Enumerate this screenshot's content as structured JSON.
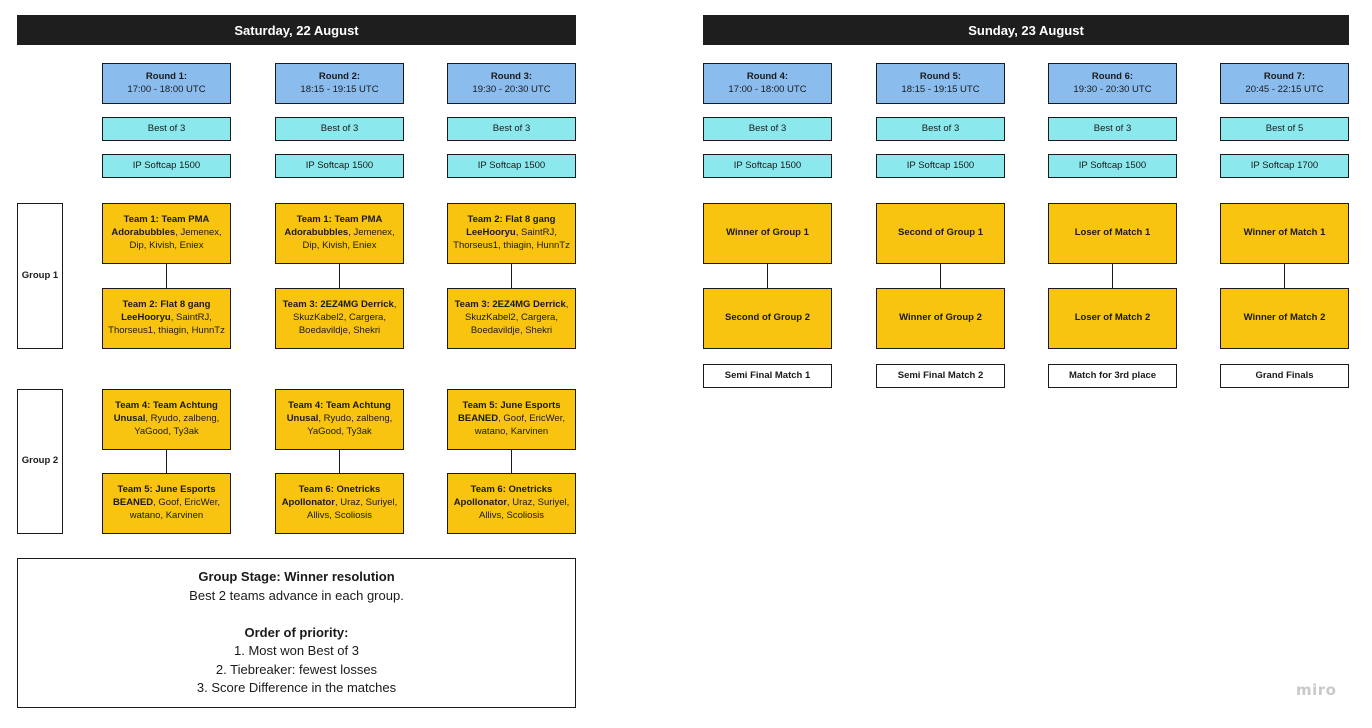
{
  "saturday": {
    "header": "Saturday, 22 August",
    "rounds": [
      {
        "name": "Round 1:",
        "time": "17:00 - 18:00 UTC",
        "format": "Best of 3",
        "softcap": "IP Softcap 1500"
      },
      {
        "name": "Round 2:",
        "time": "18:15 - 19:15 UTC",
        "format": "Best of 3",
        "softcap": "IP Softcap 1500"
      },
      {
        "name": "Round 3:",
        "time": "19:30 - 20:30 UTC",
        "format": "Best of 3",
        "softcap": "IP Softcap 1500"
      }
    ],
    "groups": [
      {
        "label": "Group 1",
        "matches": [
          {
            "a": {
              "bold": "Team 1: Team PMA Adorabubbles",
              "rest": ", Jemenex, Dip, Kivish, Eniex"
            },
            "b": {
              "bold": "Team 2: Flat 8 gang LeeHooryu",
              "rest": ", SaintRJ, Thorseus1, thiagin, HunnTz"
            }
          },
          {
            "a": {
              "bold": "Team 1: Team PMA Adorabubbles",
              "rest": ", Jemenex, Dip, Kivish, Eniex"
            },
            "b": {
              "bold": "Team 3: 2EZ4MG Derrick",
              "rest": ", SkuzKabel2, Cargera, Boedavildje, Shekri"
            }
          },
          {
            "a": {
              "bold": "Team 2: Flat 8 gang LeeHooryu",
              "rest": ", SaintRJ, Thorseus1, thiagin, HunnTz"
            },
            "b": {
              "bold": "Team 3: 2EZ4MG Derrick",
              "rest": ", SkuzKabel2, Cargera, Boedavildje, Shekri"
            }
          }
        ]
      },
      {
        "label": "Group 2",
        "matches": [
          {
            "a": {
              "bold": "Team 4: Team Achtung Unusal",
              "rest": ", Ryudo, zalbeng, YaGood, Ty3ak"
            },
            "b": {
              "bold": "Team 5: June Esports BEANED",
              "rest": ", Goof, EricWer, watano, Karvinen"
            }
          },
          {
            "a": {
              "bold": "Team 4: Team Achtung Unusal",
              "rest": ", Ryudo, zalbeng, YaGood, Ty3ak"
            },
            "b": {
              "bold": "Team 6: Onetricks Apollonator",
              "rest": ", Uraz, Suriyel, Allivs, Scoliosis"
            }
          },
          {
            "a": {
              "bold": "Team 5: June Esports BEANED",
              "rest": ", Goof, EricWer, watano, Karvinen"
            },
            "b": {
              "bold": "Team 6: Onetricks Apollonator",
              "rest": ", Uraz, Suriyel, Allivs, Scoliosis"
            }
          }
        ]
      }
    ],
    "rules": {
      "title": "Group Stage: Winner resolution",
      "subtitle": "Best 2 teams advance in each group.",
      "priority_title": "Order of priority:",
      "items": [
        "1. Most won Best of 3",
        "2. Tiebreaker: fewest losses",
        "3. Score Difference in the matches"
      ]
    }
  },
  "sunday": {
    "header": "Sunday, 23 August",
    "rounds": [
      {
        "name": "Round 4:",
        "time": "17:00 - 18:00 UTC",
        "format": "Best of 3",
        "softcap": "IP Softcap 1500",
        "top": "Winner of Group 1",
        "bottom": "Second of Group 2",
        "stage": "Semi Final Match 1"
      },
      {
        "name": "Round 5:",
        "time": "18:15 - 19:15 UTC",
        "format": "Best of 3",
        "softcap": "IP Softcap 1500",
        "top": "Second of Group 1",
        "bottom": "Winner of Group 2",
        "stage": "Semi Final Match 2"
      },
      {
        "name": "Round 6:",
        "time": "19:30 - 20:30 UTC",
        "format": "Best of 3",
        "softcap": "IP Softcap 1500",
        "top": "Loser of Match 1",
        "bottom": "Loser of Match 2",
        "stage": "Match for 3rd place"
      },
      {
        "name": "Round 7:",
        "time": "20:45 - 22:15 UTC",
        "format": "Best of 5",
        "softcap": "IP Softcap 1700",
        "top": "Winner of Match 1",
        "bottom": "Winner of Match 2",
        "stage": "Grand Finals"
      }
    ]
  },
  "watermark": "miro",
  "colors": {
    "header_bg": "#1e1e1e",
    "round_blue": "#8bbcee",
    "format_cyan": "#8be8ec",
    "team_yellow": "#f8c40f",
    "border": "#1a1a1a"
  }
}
